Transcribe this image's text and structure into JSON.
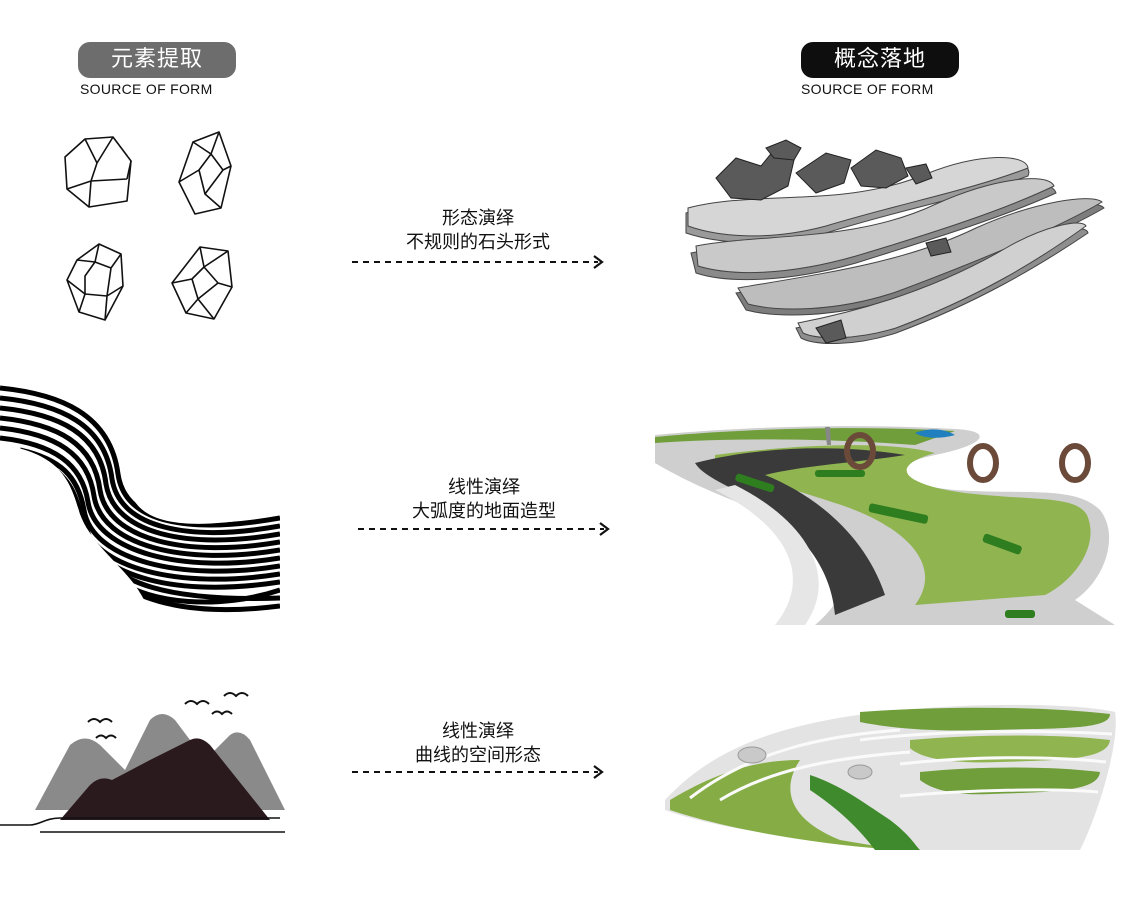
{
  "headers": {
    "left": {
      "title": "元素提取",
      "subtitle": "SOURCE OF FORM"
    },
    "right": {
      "title": "概念落地",
      "subtitle": "SOURCE OF FORM"
    }
  },
  "rows": [
    {
      "line1": "形态演绎",
      "line2": "不规则的石头形式"
    },
    {
      "line1": "线性演绎",
      "line2": "大弧度的地面造型"
    },
    {
      "line1": "线性演绎",
      "line2": "曲线的空间形态"
    }
  ],
  "colors": {
    "left_pill": "#6d6d6d",
    "right_pill": "#0e0e0e",
    "green": "#7fa83a",
    "dark_green": "#3f8a2c"
  }
}
